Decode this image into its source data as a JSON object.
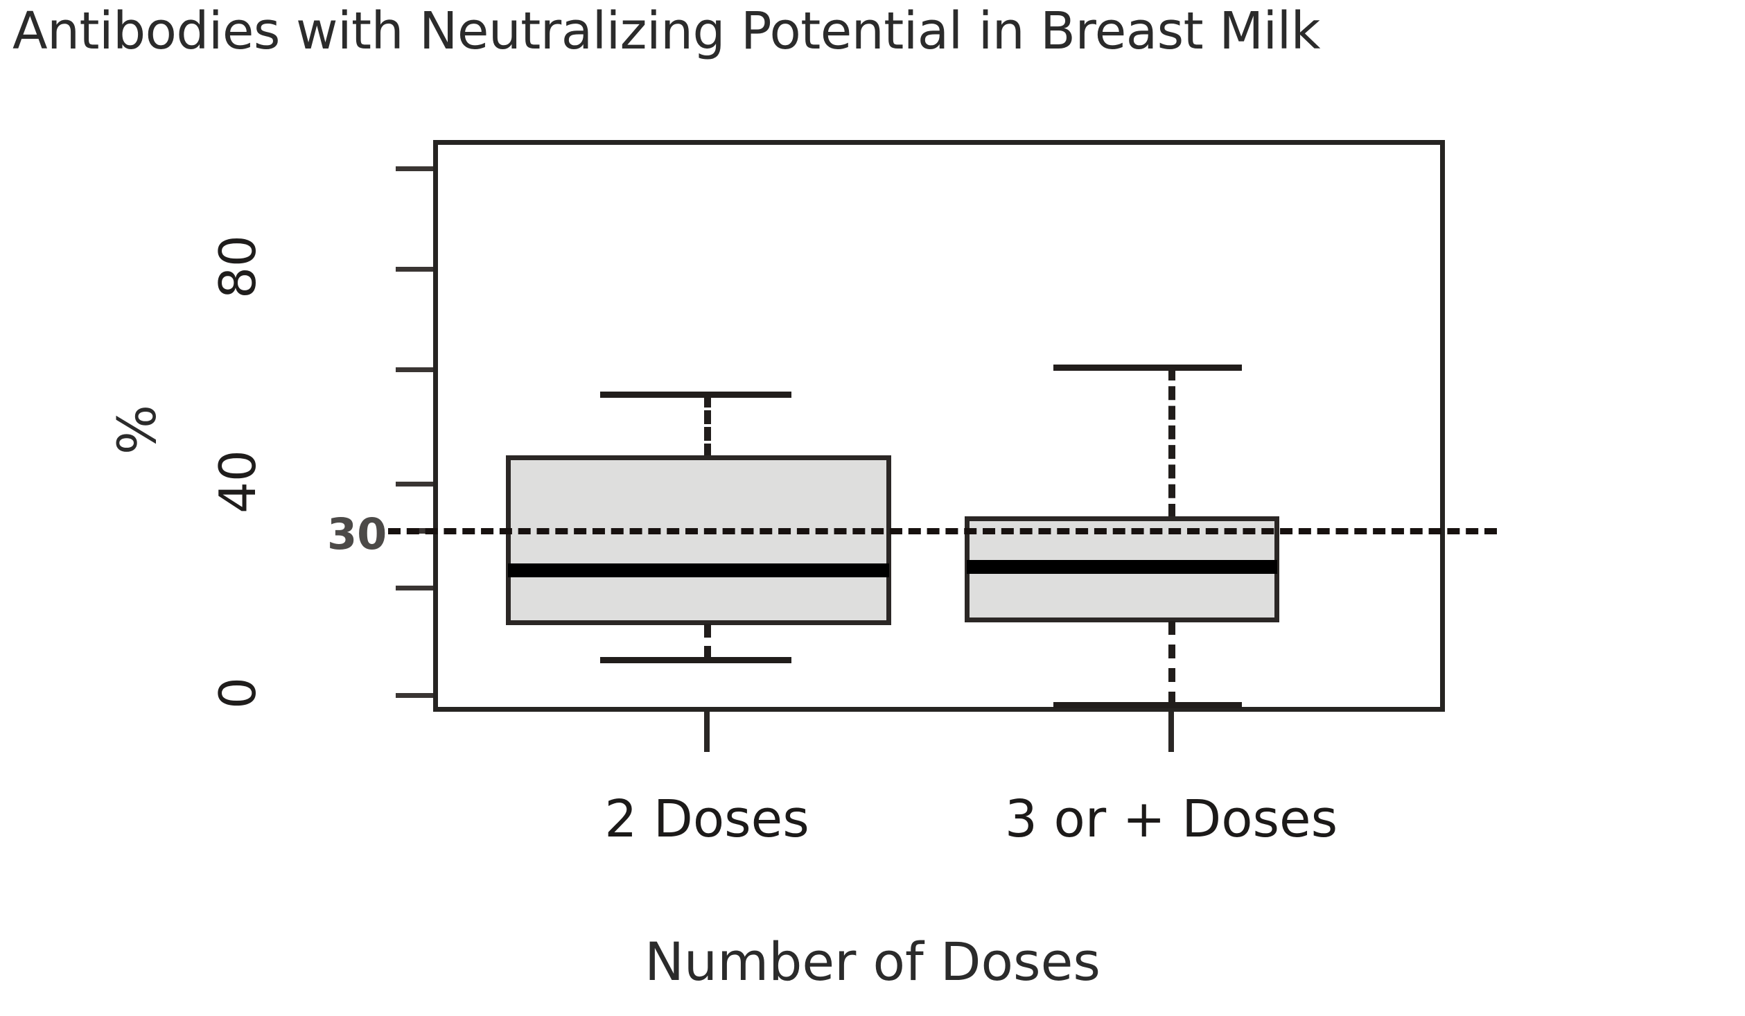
{
  "chart_data": {
    "type": "box",
    "title": "Antibodies with Neutralizing Potential in Breast Milk",
    "xlabel": "Number of Doses",
    "ylabel": "%",
    "categories": [
      "2 Doses",
      "3 or + Doses"
    ],
    "ylim": [
      -5,
      92
    ],
    "yticks": [
      0,
      20,
      40,
      60,
      80
    ],
    "ytick_labels_shown": [
      "0",
      "40",
      "80"
    ],
    "grid": false,
    "legend": false,
    "reference_line": {
      "value": 30,
      "label": "30",
      "style": "dashed",
      "orientation": "horizontal",
      "color": "#17110f"
    },
    "boxes": [
      {
        "name": "2 Doses",
        "whisker_low": 6.5,
        "q1": 12.6,
        "median": 22.8,
        "q3": 44.3,
        "whisker_high": 55.7,
        "fill": "#dededd",
        "border": "#2b2725"
      },
      {
        "name": "3 or + Doses",
        "whisker_low": -2.1,
        "q1": 13.2,
        "median": 23.9,
        "q3": 32.9,
        "whisker_high": 60.8,
        "fill": "#dededd",
        "border": "#2b2725"
      }
    ]
  },
  "axis": {
    "y_label": "%",
    "y_ticks": [
      {
        "label": "80",
        "top": 385
      },
      {
        "label": "40",
        "top": 695
      },
      {
        "label": "0",
        "top": 1000
      }
    ],
    "y_ticks_unlabeled": [
      240,
      530,
      845
    ],
    "x_ticks": [
      {
        "label": "2 Doses",
        "center": 1020
      },
      {
        "label": "3 or + Doses",
        "center": 1690
      }
    ]
  },
  "colors": {
    "box_fill": "#dededd",
    "box_border": "#2b2725",
    "median": "#000000",
    "frame": "#262422",
    "text": "#1f1d1c",
    "reference": "#17110f",
    "background": "#ffffff"
  }
}
